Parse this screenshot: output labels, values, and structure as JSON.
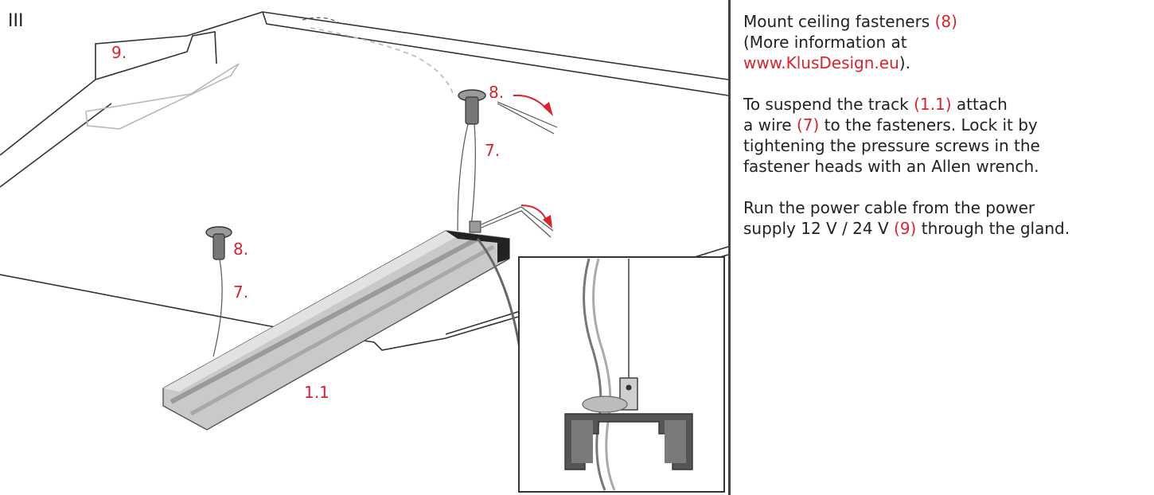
{
  "diagram": {
    "step": "III",
    "labels": {
      "power_supply": "9.",
      "fastener_top": "8.",
      "wire_top": "7.",
      "fastener_left": "8.",
      "wire_left": "7.",
      "track": "1.1"
    }
  },
  "instructions": {
    "p1": {
      "line1_text": "Mount ceiling fasteners ",
      "line1_ref": "(8)",
      "line2": "(More information at",
      "link": "www.KlusDesign.eu",
      "line3_end": ")."
    },
    "p2": {
      "a": "To suspend the track ",
      "ref1": "(1.1)",
      "b": " attach",
      "c": "a wire ",
      "ref2": "(7)",
      "d": " to the fasteners. Lock it by",
      "e": "tightening the pressure screws in the",
      "f": "fastener heads with an Allen wrench."
    },
    "p3": {
      "a": "Run the power cable from the power",
      "b": "supply 12 V / 24 V ",
      "ref": "(9)",
      "c": " through the gland."
    }
  },
  "colors": {
    "accent": "#d9232e",
    "text": "#222222"
  }
}
